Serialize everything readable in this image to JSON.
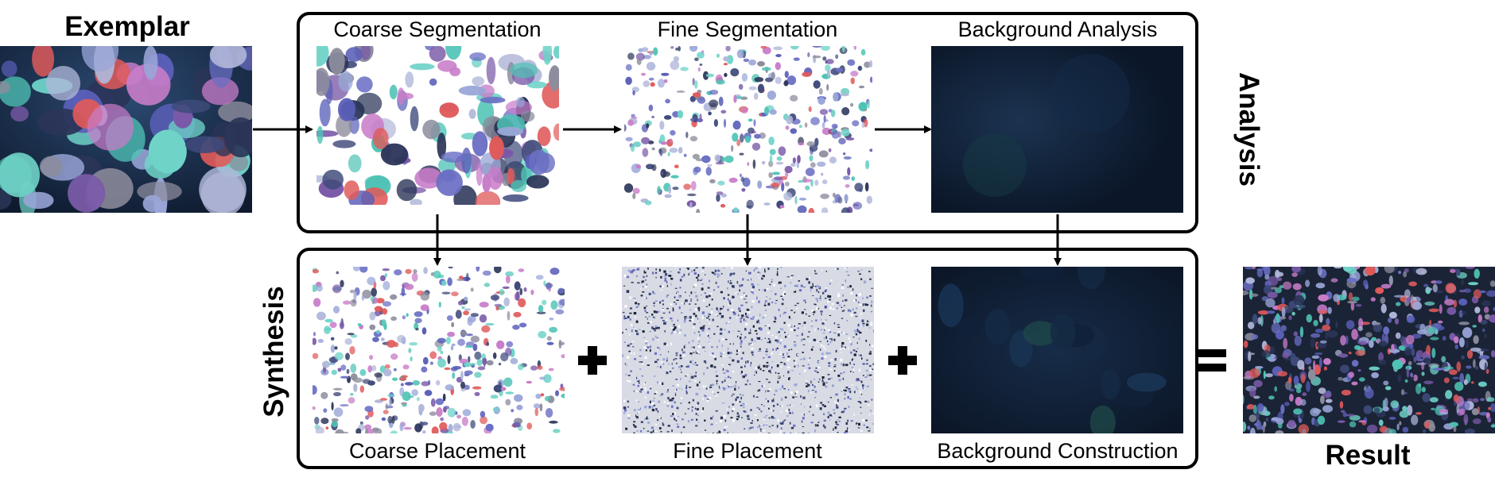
{
  "labels": {
    "exemplar": "Exemplar",
    "result": "Result",
    "analysis": "Analysis",
    "synthesis": "Synthesis",
    "coarse_segmentation": "Coarse Segmentation",
    "fine_segmentation": "Fine Segmentation",
    "background_analysis": "Background Analysis",
    "coarse_placement": "Coarse Placement",
    "fine_placement": "Fine Placement",
    "background_construction": "Background Construction"
  },
  "colors": {
    "stroke": "#000000",
    "reef_dark": "#1b2436",
    "background_navy": "#0d1a2c"
  },
  "operators": [
    "+",
    "+",
    "="
  ]
}
